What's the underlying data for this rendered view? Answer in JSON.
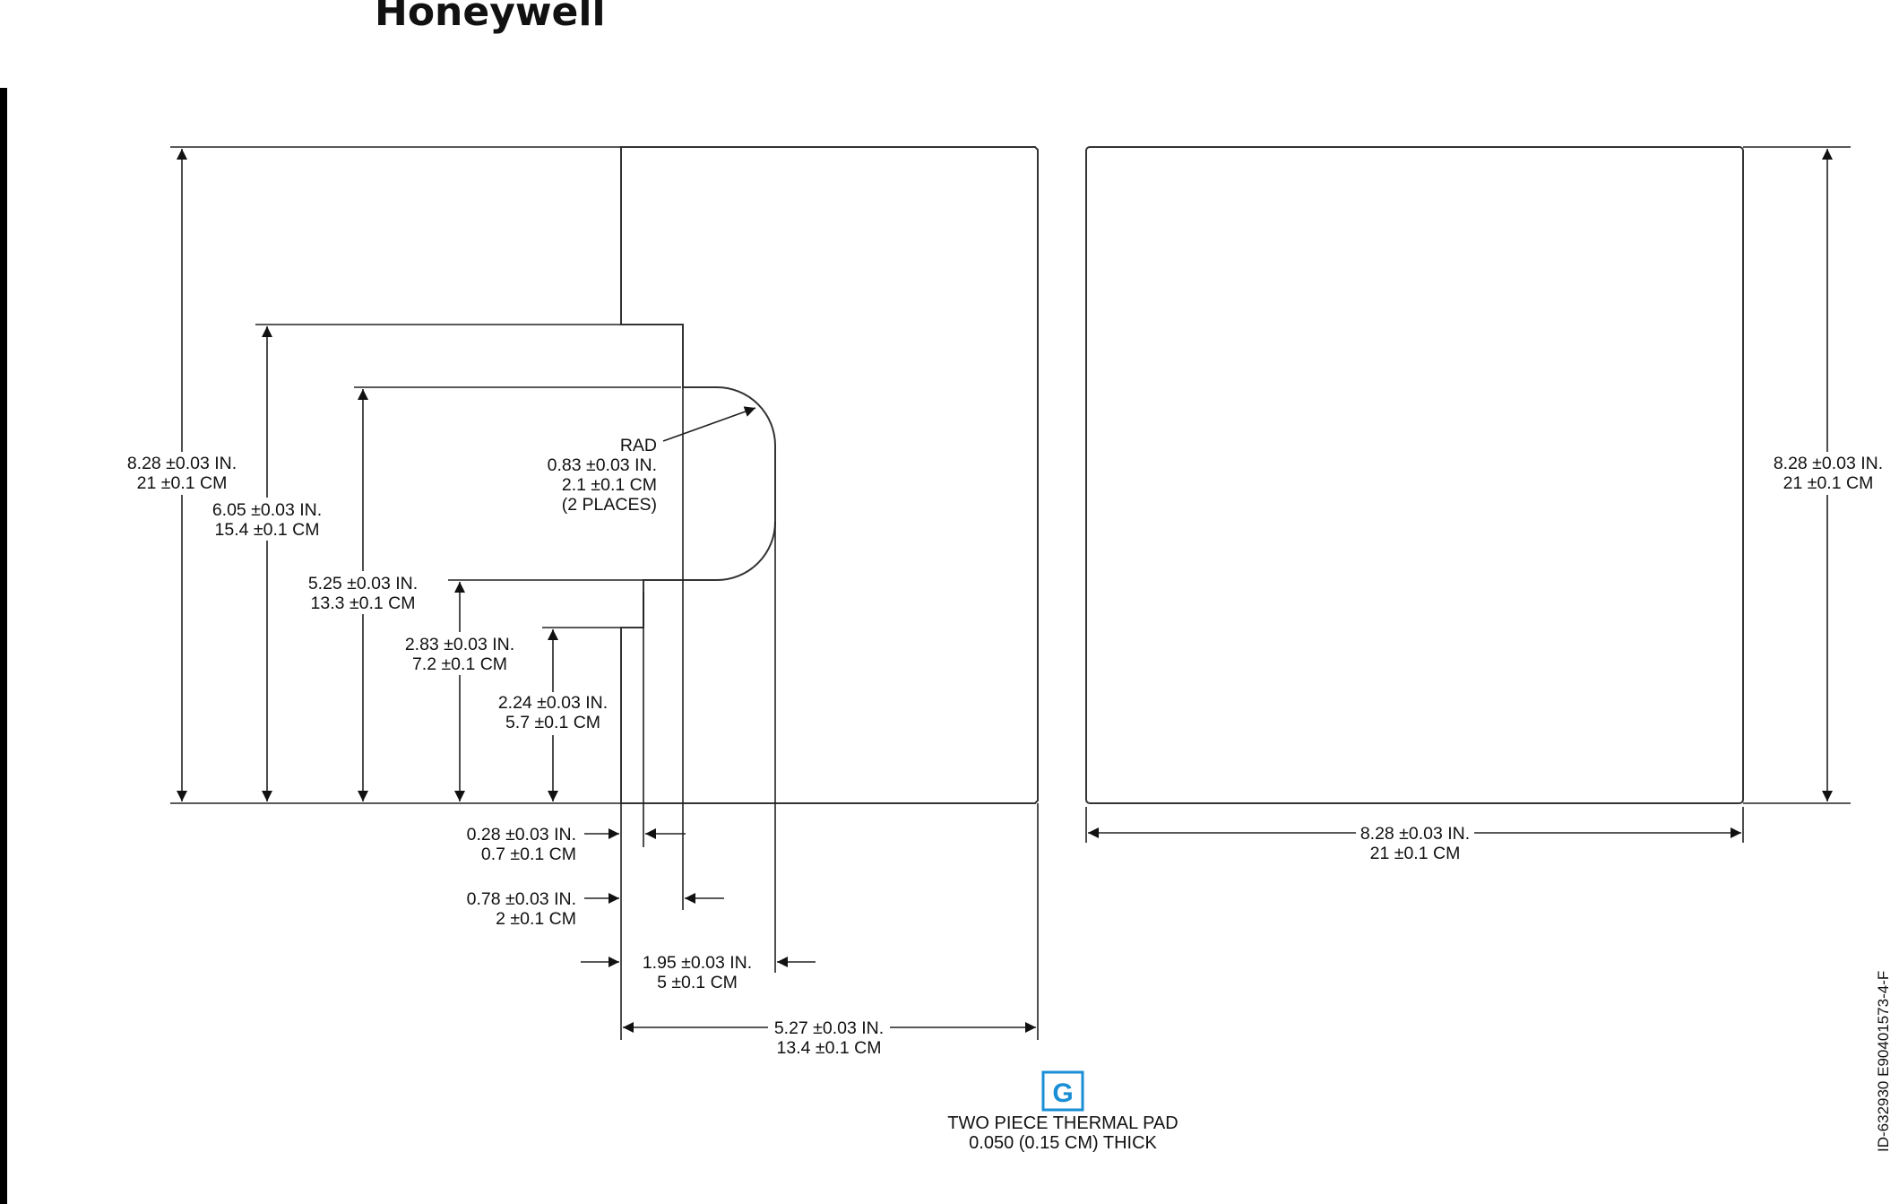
{
  "header": {
    "logo_text": "Honeywell"
  },
  "left_part": {
    "dims": {
      "overall_height": {
        "in": "8.28 ±0.03 IN.",
        "cm": "21 ±0.1 CM"
      },
      "step_height": {
        "in": "6.05 ±0.03 IN.",
        "cm": "15.4 ±0.1 CM"
      },
      "tab_top_height": {
        "in": "5.25 ±0.03 IN.",
        "cm": "13.3 ±0.1 CM"
      },
      "tab_bottom_height": {
        "in": "2.83 ±0.03 IN.",
        "cm": "7.2 ±0.1 CM"
      },
      "notch_height": {
        "in": "2.24 ±0.03 IN.",
        "cm": "5.7 ±0.1 CM"
      },
      "radius": {
        "label": "RAD",
        "in": "0.83 ±0.03 IN.",
        "cm": "2.1 ±0.1 CM",
        "note": "(2 PLACES)"
      },
      "notch_offset": {
        "in": "0.28 ±0.03 IN.",
        "cm": "0.7 ±0.1 CM"
      },
      "step_offset": {
        "in": "0.78 ±0.03 IN.",
        "cm": "2 ±0.1 CM"
      },
      "tab_extent": {
        "in": "1.95 ±0.03 IN.",
        "cm": "5 ±0.1 CM"
      },
      "overall_width": {
        "in": "5.27 ±0.03 IN.",
        "cm": "13.4 ±0.1 CM"
      }
    }
  },
  "right_part": {
    "dims": {
      "height": {
        "in": "8.28 ±0.03 IN.",
        "cm": "21 ±0.1 CM"
      },
      "width": {
        "in": "8.28 ±0.03 IN.",
        "cm": "21 ±0.1 CM"
      }
    }
  },
  "callout": {
    "badge_letter": "G",
    "badge_color": "#1a8fd6",
    "line1": "TWO PIECE THERMAL PAD",
    "line2": "0.050 (0.15 CM) THICK"
  },
  "drawing_id": "ID-632930   E90401573-4-F"
}
